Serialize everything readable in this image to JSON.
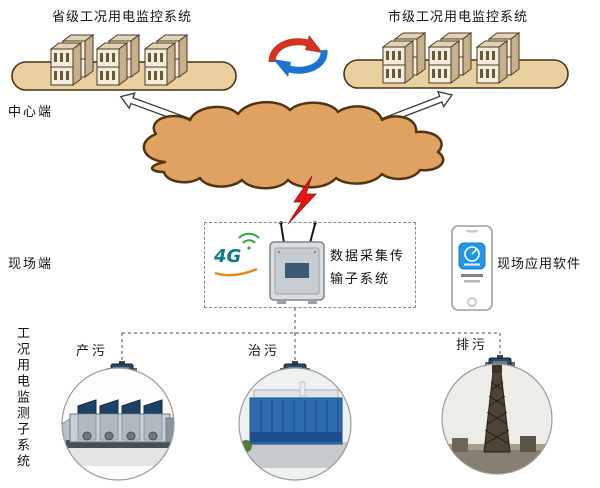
{
  "titles": {
    "left": "省级工况用电监控系统",
    "right": "市级工况用电监控系统"
  },
  "sides": {
    "center": "中心端",
    "field": "现场端"
  },
  "transmission": {
    "g4": "4G",
    "label": "数据采集传\n输子系统"
  },
  "app": {
    "label": "现场应用软件"
  },
  "vertical_label": "工况用电监测子系统",
  "nodes": {
    "produce": "产污",
    "treat": "治污",
    "discharge": "排污"
  },
  "colors": {
    "cloud_fill": "#e0a263",
    "cloud_stroke": "#53350f",
    "platform_fill": "#eacfa0",
    "platform_stroke": "#4a3413",
    "lightning_red": "#e81515",
    "sync_red": "#d23420",
    "sync_blue": "#1b74cf",
    "g4_teal": "#0d7b8c",
    "wifi_green": "#3aa33a",
    "swoosh_orange": "#e8891c",
    "app_blue": "#2196e8"
  }
}
